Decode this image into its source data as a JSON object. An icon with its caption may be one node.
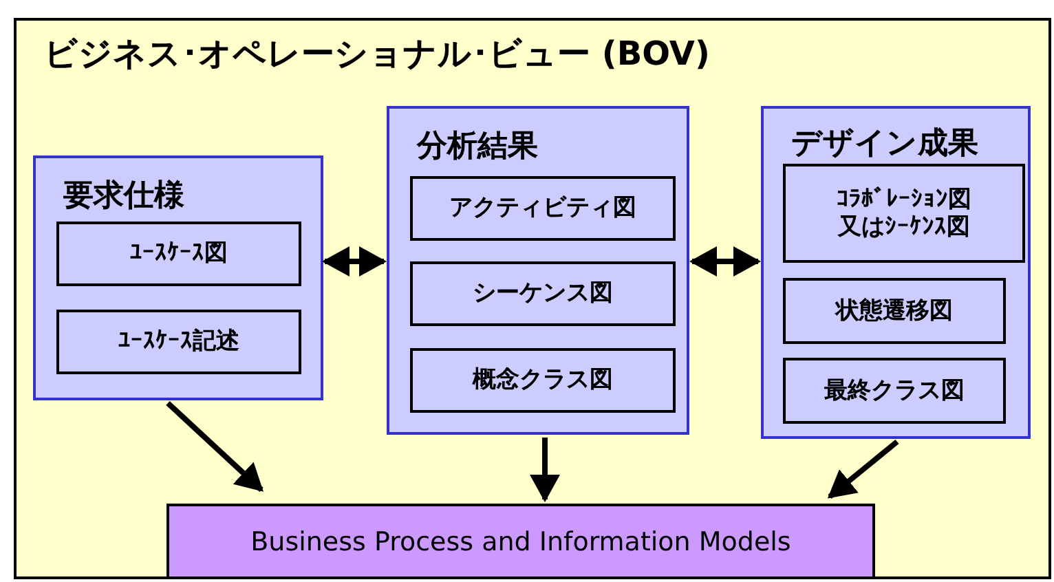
{
  "diagram": {
    "nodes": [
      {
        "text": [
          "ビジネス･オペレーショナル･ビュー (BOV)"
        ]
      },
      {
        "text": [
          "要求仕様"
        ],
        "in": 0
      },
      {
        "text": [
          "ﾕｰｽｹｰｽ図"
        ],
        "in": 1
      },
      {
        "text": [
          "ﾕｰｽｹｰｽ記述"
        ],
        "in": 1
      },
      {
        "text": [
          "分析結果"
        ],
        "in": 0
      },
      {
        "text": [
          "アクティビティ図"
        ],
        "in": 4
      },
      {
        "text": [
          "シーケンス図"
        ],
        "in": 4
      },
      {
        "text": [
          "概念クラス図"
        ],
        "in": 4
      },
      {
        "text": [
          "デザイン成果"
        ],
        "in": 0
      },
      {
        "text": [
          "ｺﾗﾎﾞﾚｰｼｮﾝ図又はｼｰｹﾝｽ図"
        ],
        "in": 8
      },
      {
        "text": [
          "状態遷移図"
        ],
        "in": 8
      },
      {
        "text": [
          "最終クラス図"
        ],
        "in": 8
      },
      {
        "text": [
          "Business Process and Information Models"
        ],
        "in": 0
      }
    ],
    "edges": [
      {
        "from": 1,
        "to": 4,
        "arrow": "both"
      },
      {
        "from": 4,
        "to": 8,
        "arrow": "both"
      },
      {
        "from": 1,
        "to": 12,
        "arrow": "to"
      },
      {
        "from": 4,
        "to": 12,
        "arrow": "to"
      },
      {
        "from": 8,
        "to": 12,
        "arrow": "to"
      }
    ]
  }
}
